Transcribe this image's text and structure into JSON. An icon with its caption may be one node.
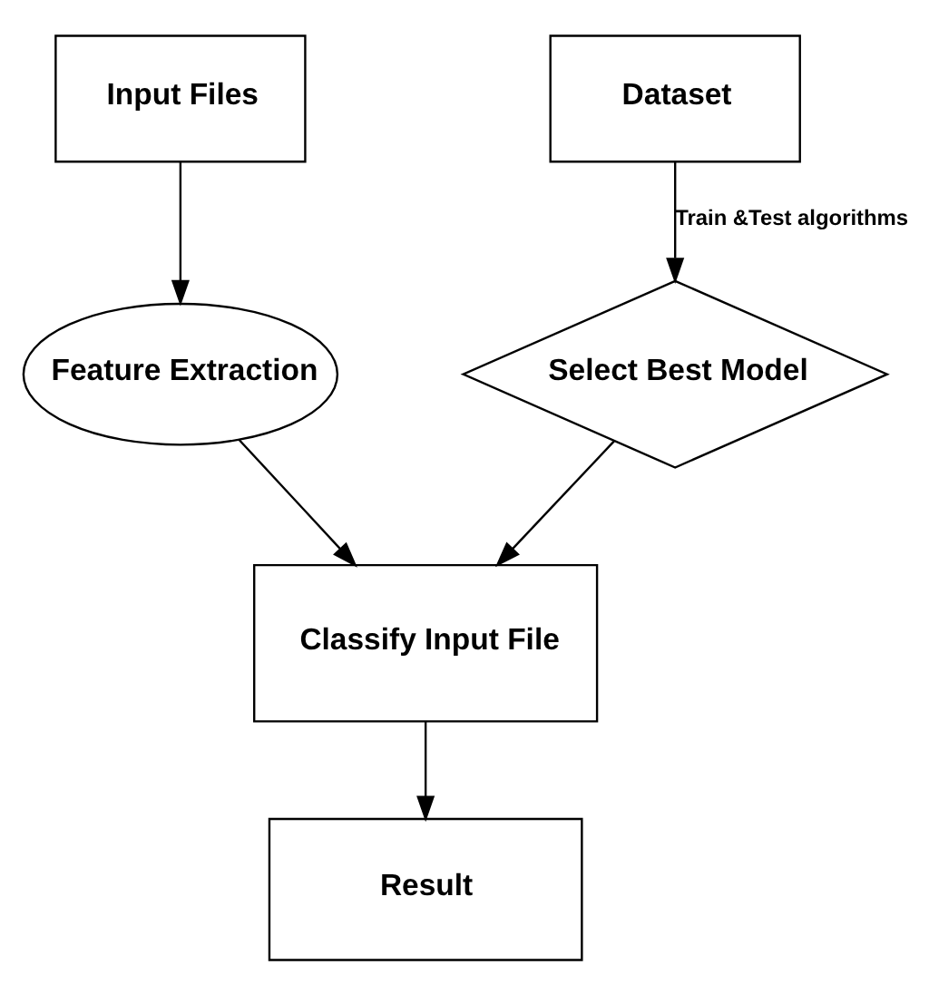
{
  "diagram": {
    "nodes": [
      {
        "text": [
          "Input Files"
        ]
      },
      {
        "text": [
          "Dataset"
        ]
      },
      {
        "text": [
          "Feature Extraction"
        ]
      },
      {
        "text": [
          "Select Best Model"
        ]
      },
      {
        "text": [
          "Classify Input File"
        ]
      },
      {
        "text": [
          "Result"
        ]
      }
    ],
    "edges": [
      {
        "from": 0,
        "to": 2,
        "arrow": "to"
      },
      {
        "from": 1,
        "to": 3,
        "arrow": "to",
        "label": "Train &Test algorithms"
      },
      {
        "from": 2,
        "to": 4,
        "arrow": "to"
      },
      {
        "from": 3,
        "to": 4,
        "arrow": "to"
      },
      {
        "from": 4,
        "to": 5,
        "arrow": "to"
      }
    ]
  }
}
